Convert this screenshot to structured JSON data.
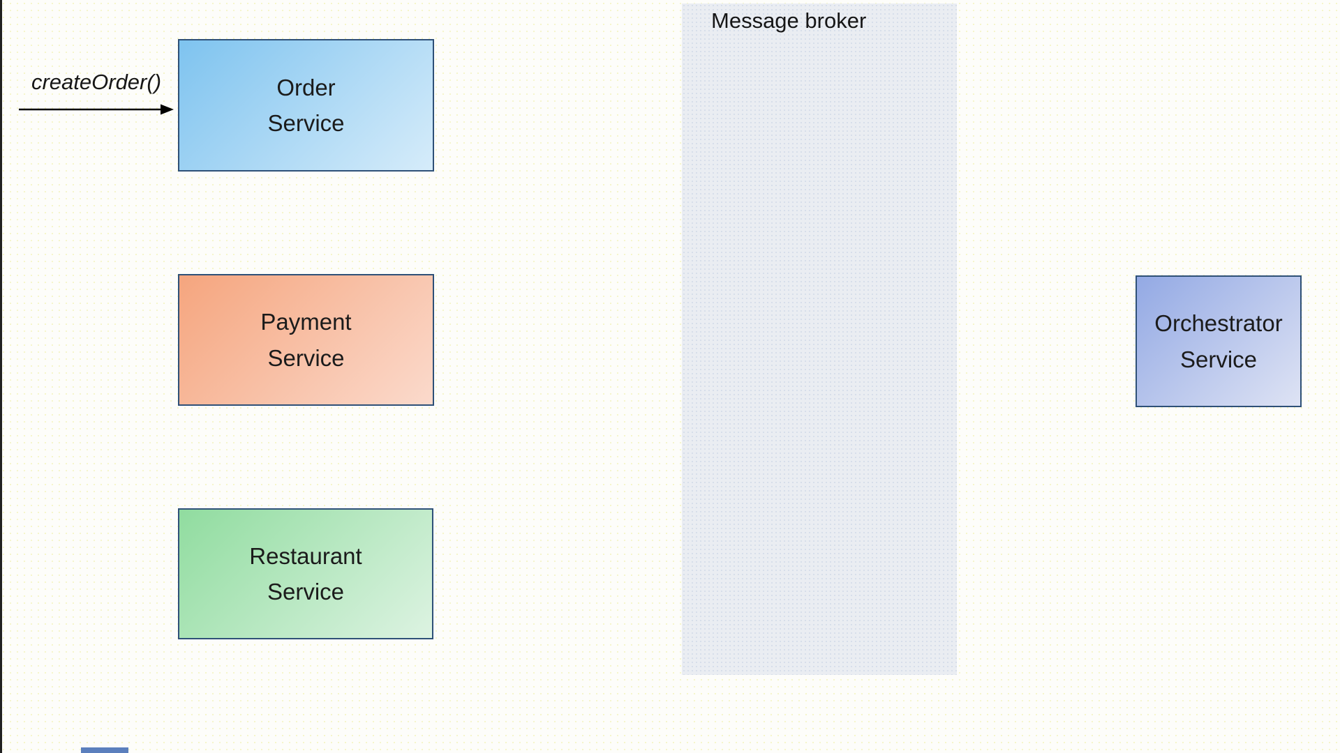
{
  "annotation": {
    "label": "createOrder()"
  },
  "nodes": {
    "order": {
      "line1": "Order",
      "line2": "Service"
    },
    "payment": {
      "line1": "Payment",
      "line2": "Service"
    },
    "restaurant": {
      "line1": "Restaurant",
      "line2": "Service"
    },
    "orchestrator": {
      "line1": "Orchestrator",
      "line2": "Service"
    }
  },
  "broker": {
    "label": "Message broker"
  },
  "colors": {
    "order_from": "#7ec3ef",
    "order_to": "#d6ecfa",
    "payment_from": "#f5a57e",
    "payment_to": "#fbdacc",
    "restaurant_from": "#90dc9f",
    "restaurant_to": "#ddf3e2",
    "orchestrator_from": "#93a9e4",
    "orchestrator_to": "#dee3f4",
    "broker_bg": "#eaedf2",
    "node_border": "#2e5077",
    "arrow": "#000000",
    "bottom_bar": "#5b7fbd"
  }
}
